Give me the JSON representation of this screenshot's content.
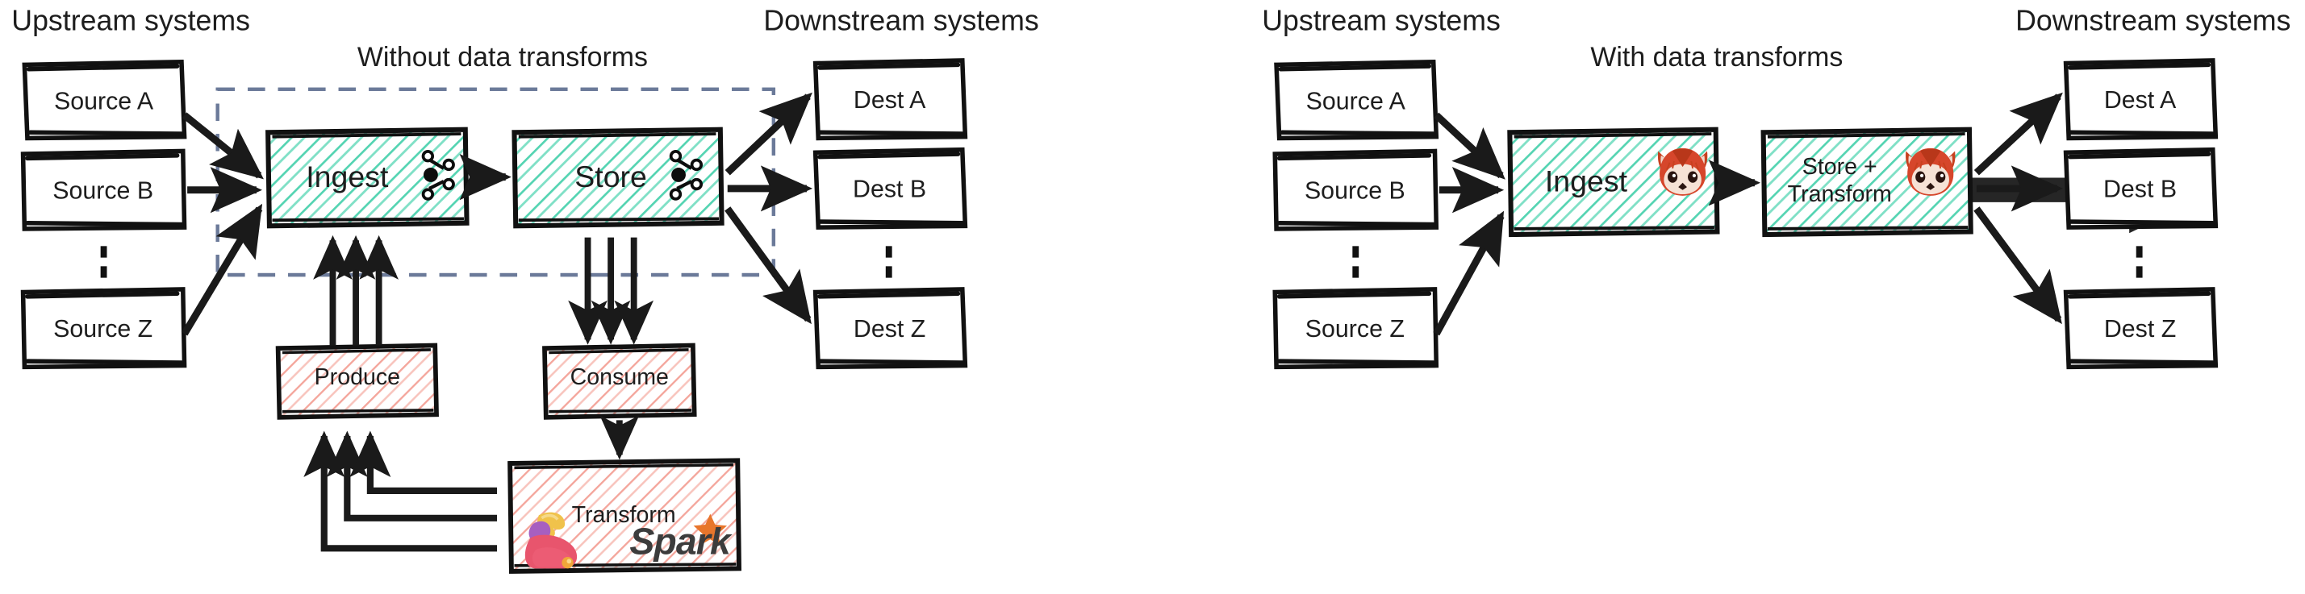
{
  "diagram": {
    "title_left": "Without data transforms",
    "title_right": "With data transforms",
    "upstream_label": "Upstream systems",
    "downstream_label": "Downstream systems",
    "vertical_ellipsis": "⋮",
    "colors": {
      "teal_hatch": "#4fd1ae",
      "teal_fill": "#eafaf5",
      "red_hatch": "#f4a9a0",
      "red_fill": "#fdf1ef",
      "stroke": "#111111",
      "dashed_boundary": "#6b7a99",
      "redpanda_red": "#d6462b",
      "spark_orange": "#e8762c",
      "flink_pink": "#e8556d"
    }
  },
  "panels": [
    {
      "id": "without-transforms",
      "title": "Without data transforms",
      "upstream_label": "Upstream systems",
      "downstream_label": "Downstream systems",
      "sources": [
        {
          "label": "Source A"
        },
        {
          "label": "Source B"
        },
        {
          "label": "Source Z"
        }
      ],
      "destinations": [
        {
          "label": "Dest A"
        },
        {
          "label": "Dest B"
        },
        {
          "label": "Dest Z"
        }
      ],
      "pipeline": [
        {
          "label": "Ingest",
          "logo": "kafka-icon",
          "style": "teal"
        },
        {
          "label": "Store",
          "logo": "kafka-icon",
          "style": "teal"
        }
      ],
      "external_nodes": [
        {
          "label": "Produce",
          "style": "red",
          "logo": null
        },
        {
          "label": "Consume",
          "style": "red",
          "logo": null
        },
        {
          "label": "Transform",
          "style": "red",
          "logos": [
            "flink-icon",
            "spark-icon"
          ]
        }
      ],
      "spark_wordmark": "Spark"
    },
    {
      "id": "with-transforms",
      "title": "With data transforms",
      "upstream_label": "Upstream systems",
      "downstream_label": "Downstream systems",
      "sources": [
        {
          "label": "Source A"
        },
        {
          "label": "Source B"
        },
        {
          "label": "Source Z"
        }
      ],
      "destinations": [
        {
          "label": "Dest A"
        },
        {
          "label": "Dest B"
        },
        {
          "label": "Dest Z"
        }
      ],
      "pipeline": [
        {
          "label": "Ingest",
          "logo": "redpanda-icon",
          "style": "teal"
        },
        {
          "label": "Store +\nTransform",
          "line1": "Store +",
          "line2": "Transform",
          "logo": "redpanda-icon",
          "style": "teal"
        }
      ],
      "external_nodes": []
    }
  ],
  "transition_arrow": {
    "name": "big-right-arrow"
  }
}
